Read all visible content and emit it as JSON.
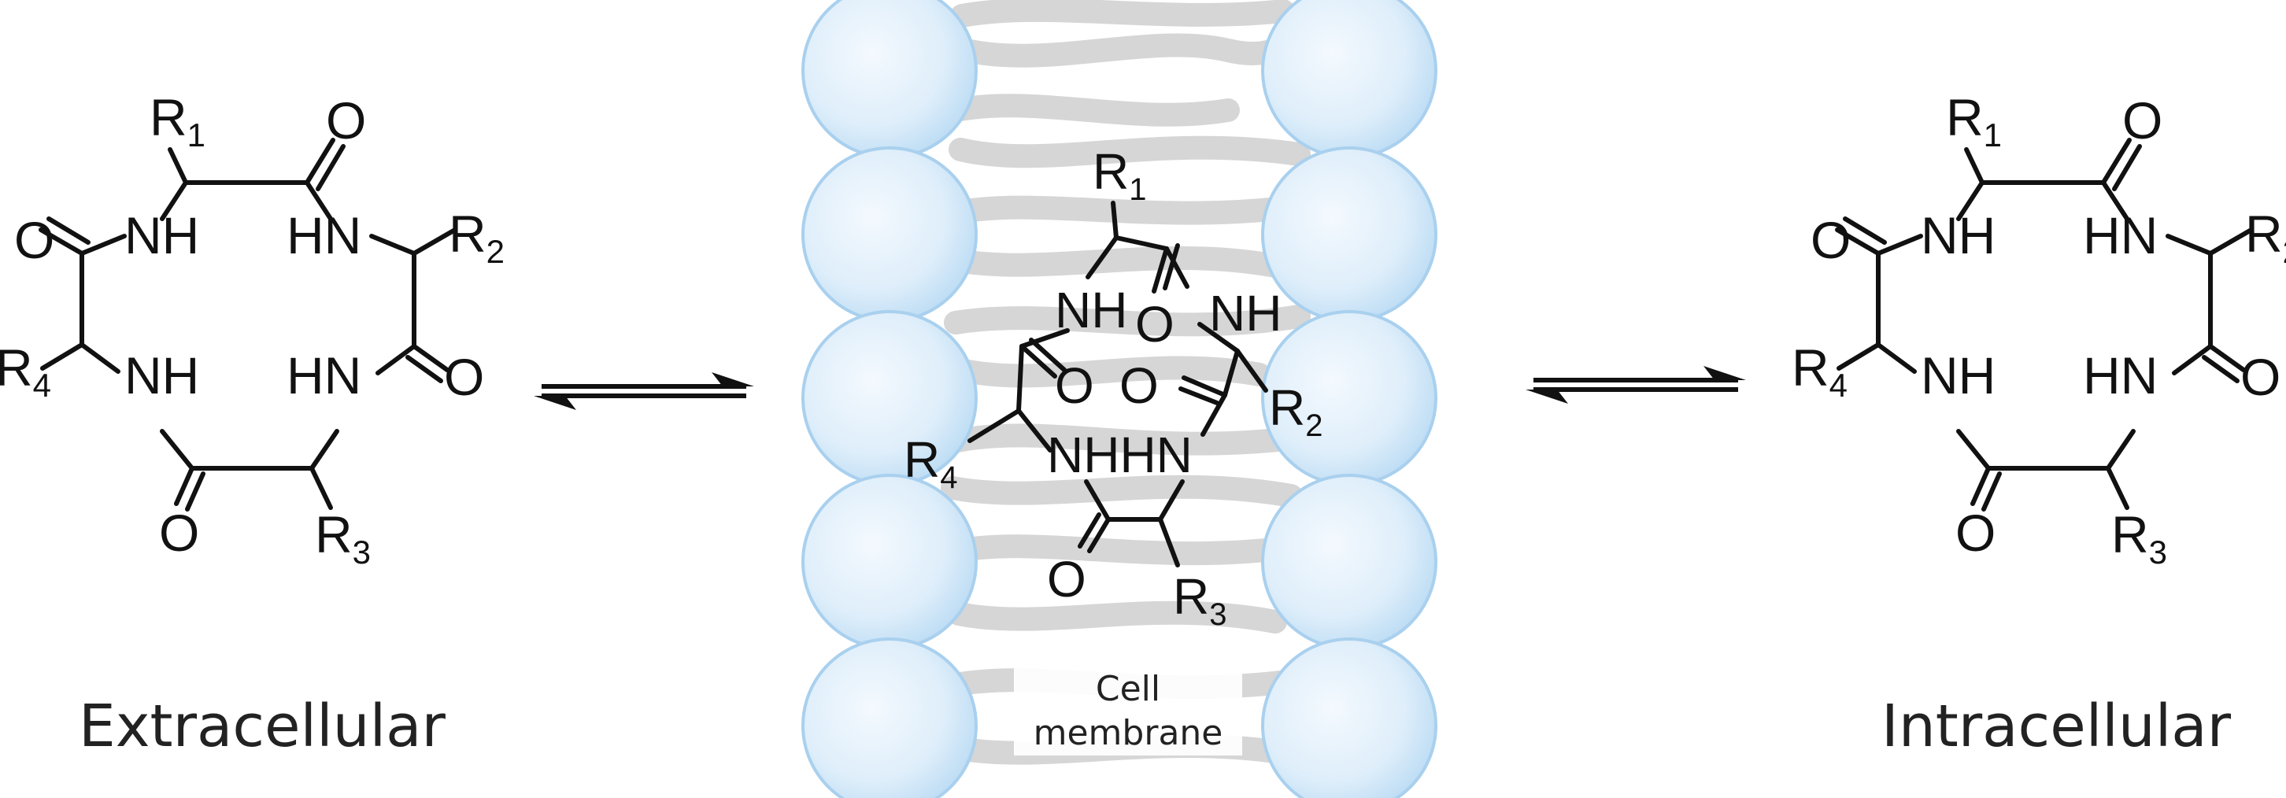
{
  "captions": {
    "extracellular": "Extracellular",
    "membrane_line1": "Cell",
    "membrane_line2": "membrane",
    "intracellular": "Intracellular"
  },
  "chem": {
    "r1": "R",
    "r1_sub": "1",
    "r2": "R",
    "r2_sub": "2",
    "r3": "R",
    "r3_sub": "3",
    "r4": "R",
    "r4_sub": "4",
    "o": "O",
    "nh": "NH",
    "hn": "HN",
    "nhhn": "NHHN"
  },
  "colors": {
    "bond": "#111111",
    "head_fill": "#deeefa",
    "head_edge": "#a9d0ee",
    "tail": "#cfcfcf",
    "text": "#222222"
  },
  "elements": {
    "equilibrium_left": "equilibrium-arrows",
    "equilibrium_right": "equilibrium-arrows"
  }
}
